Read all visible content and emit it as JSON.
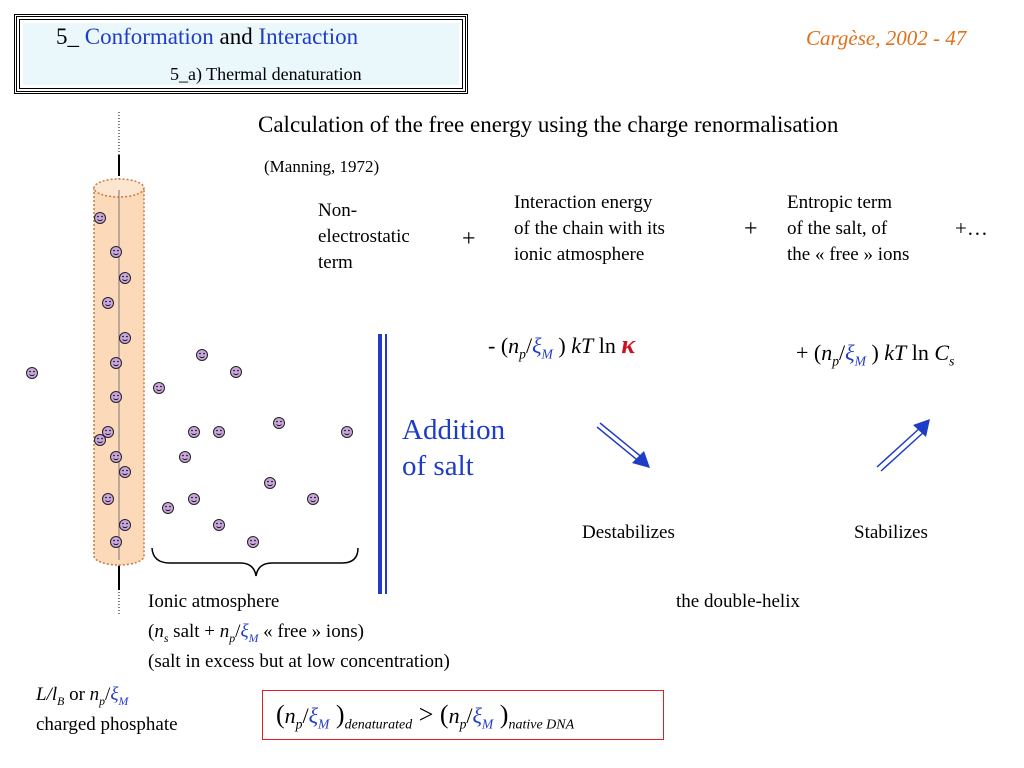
{
  "header": {
    "title_prefix": "5_ ",
    "title_word1": "Conformation",
    "title_and": " and ",
    "title_word2": "Interaction",
    "subtitle": "5_a) Thermal denaturation",
    "corner": "Cargèse, 2002 - 47"
  },
  "main": {
    "heading": "Calculation of the free energy using the charge renormalisation",
    "citation": "(Manning, 1972)",
    "terms": [
      {
        "lines": [
          "Non-",
          "electrostatic",
          "term"
        ]
      },
      {
        "lines": [
          "Interaction energy",
          "of the chain with its",
          "ionic atmosphere"
        ]
      },
      {
        "lines": [
          "Entropic term",
          "of the salt, of",
          "the « free » ions"
        ]
      }
    ],
    "plus": "+",
    "ellipsis": "+…",
    "formula_kappa": {
      "prefix": "- (",
      "np": "n",
      "np_sub": "p",
      "slash": "/",
      "xi": "ξ",
      "xi_sub": "M",
      "close": " ) ",
      "kT": "kT",
      "ln": " ln ",
      "kappa": "κ"
    },
    "formula_cs": {
      "prefix": "+ (",
      "np": "n",
      "np_sub": "p",
      "slash": "/",
      "xi": "ξ",
      "xi_sub": "M",
      "close": " ) ",
      "kT": "kT",
      "ln": " ln ",
      "cs": "C",
      "cs_sub": "s"
    },
    "addition": [
      "Addition",
      "of salt"
    ],
    "destabilizes": "Destabilizes",
    "stabilizes": "Stabilizes",
    "double_helix": "the double-helix"
  },
  "atmosphere": {
    "line1": "Ionic atmosphere",
    "line2": {
      "open": "(",
      "ns": "n",
      "ns_sub": "s",
      "mid": " salt + ",
      "np": "n",
      "np_sub": "p",
      "slash": "/",
      "xi": "ξ",
      "xi_sub": "M",
      "end": " « free » ions)"
    },
    "line3": "(salt in excess but at low concentration)"
  },
  "phosphate": {
    "line1": {
      "L": "L",
      "slash": "/",
      "l": "l",
      "l_sub": "B",
      "or": " or ",
      "np": "n",
      "np_sub": "p",
      "slash2": "/",
      "xi": "ξ",
      "xi_sub": "M"
    },
    "line2": "charged phosphate"
  },
  "note": {
    "open": "(",
    "np": "n",
    "np_sub": "p",
    "slash": "/",
    "xi": "ξ",
    "xi_sub": "M",
    "close": " )",
    "den": "denaturated",
    "gt": " > ",
    "open2": "(",
    "close2": " )",
    "nat": "native DNA"
  },
  "colors": {
    "accent_blue": "#1f3cc6",
    "corner_orange": "#e0701a",
    "kappa_red": "#cc1020",
    "ion_fill": "#c9a6dc",
    "cylinder_fill": "#fcd9b8",
    "note_border": "#e02020"
  }
}
